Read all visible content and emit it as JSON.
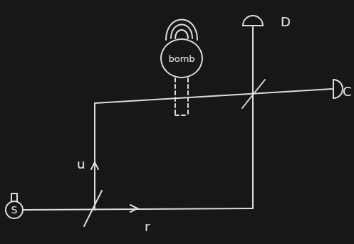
{
  "diagram": {
    "nodes": [
      {
        "text": [
          "S"
        ]
      },
      {
        "text": [
          "bomb"
        ]
      }
    ],
    "labels": [
      "u",
      "r",
      "D",
      "C"
    ]
  }
}
